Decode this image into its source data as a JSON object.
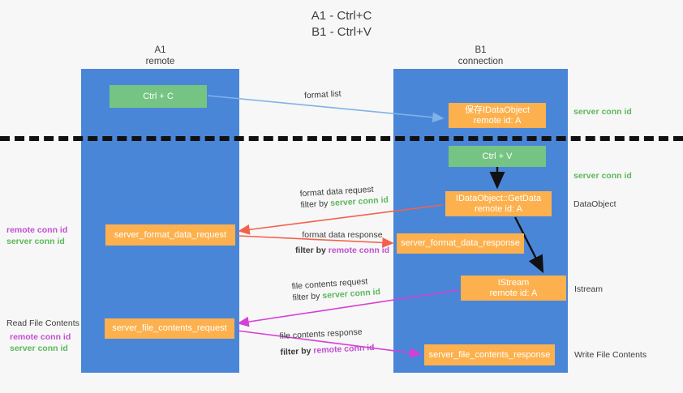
{
  "title": {
    "line1": "A1 - Ctrl+C",
    "line2": "B1 - Ctrl+V"
  },
  "columns": {
    "left": {
      "name": "A1",
      "role": "remote"
    },
    "right": {
      "name": "B1",
      "role": "connection"
    }
  },
  "colors": {
    "column_fill": "#4a86d8",
    "green_box": "#76c483",
    "orange_box": "#fcb14e",
    "server_conn_id_text": "#5cb85c",
    "remote_conn_id_text": "#c04fd0",
    "format_list_arrow": "#7fb2e5",
    "format_data_arrow": "#f4604c",
    "file_contents_arrow": "#d63fd6",
    "internal_arrow": "#111111",
    "divider": "#111111",
    "page_background": "#f7f7f7"
  },
  "boxes": {
    "ctrl_c": {
      "label": "Ctrl + C"
    },
    "save_idataobject": {
      "line1": "保存IDataObject",
      "line2": "remote id: A"
    },
    "ctrl_v": {
      "label": "Ctrl + V"
    },
    "getdata": {
      "line1": "IDataObject::GetData",
      "line2": "remote id: A"
    },
    "server_format_data_request": {
      "label": "server_format_data_request"
    },
    "server_format_data_response": {
      "label": "server_format_data_response"
    },
    "istream": {
      "line1": "IStream",
      "line2": "remote id: A"
    },
    "server_file_contents_request": {
      "label": "server_file_contents_request"
    },
    "server_file_contents_response": {
      "label": "server_file_contents_response"
    }
  },
  "edge_labels": {
    "format_list": "format list",
    "format_data_request": {
      "line1": "format data request",
      "prefix": "filter by ",
      "id": "server conn id"
    },
    "format_data_response": {
      "line1": "format data response",
      "prefix": "filter by ",
      "id": "remote conn id"
    },
    "file_contents_request": {
      "line1": "file contents request",
      "prefix": "filter by ",
      "id": "server conn id"
    },
    "file_contents_response": {
      "line1": "file contents response",
      "prefix": "filter by ",
      "id": "remote conn id"
    }
  },
  "right_annotations": {
    "server_conn_id_top": "server conn id",
    "server_conn_id_mid": "server conn id",
    "dataobject": "DataObject",
    "istream": "Istream",
    "write_file_contents": "Write File Contents"
  },
  "left_annotations": {
    "ids_upper": {
      "remote": "remote conn id",
      "server": "server conn id"
    },
    "read_file_contents": "Read File Contents",
    "ids_lower": {
      "remote": "remote conn id",
      "server": "server conn id"
    }
  }
}
